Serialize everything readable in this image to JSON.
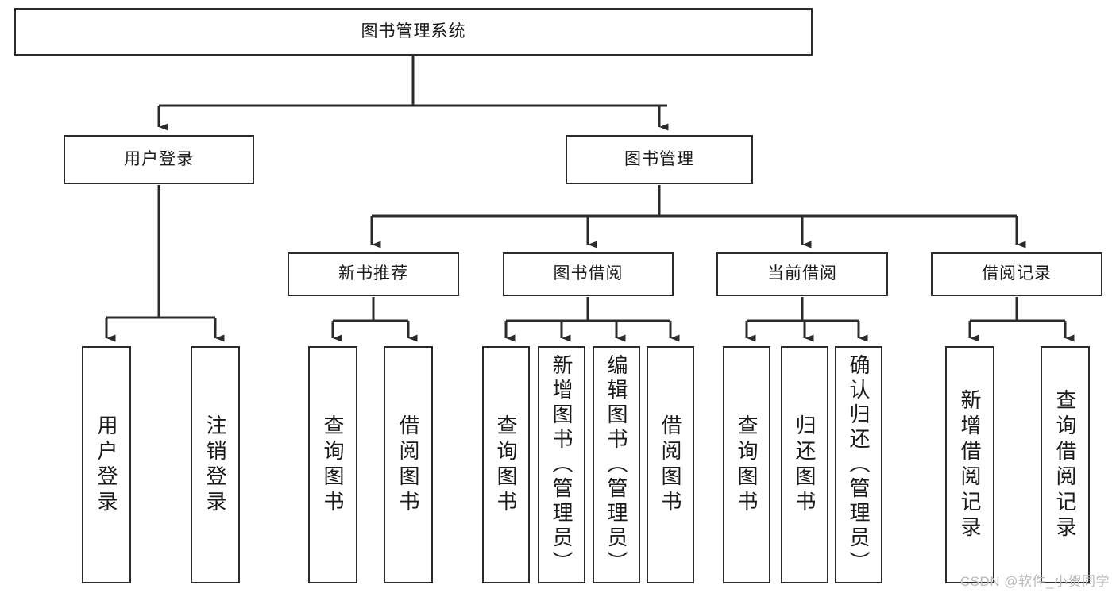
{
  "diagram": {
    "type": "tree",
    "title": "图书管理系统",
    "root": {
      "label": "图书管理系统"
    },
    "level1": [
      {
        "label": "用户登录"
      },
      {
        "label": "图书管理"
      }
    ],
    "level2": [
      {
        "label": "新书推荐"
      },
      {
        "label": "图书借阅"
      },
      {
        "label": "当前借阅"
      },
      {
        "label": "借阅记录"
      }
    ],
    "leaves": {
      "user_login": [
        {
          "label": "用户登录"
        },
        {
          "label": "注销登录"
        }
      ],
      "new_book_recommend": [
        {
          "label": "查询图书"
        },
        {
          "label": "借阅图书"
        }
      ],
      "book_borrow": [
        {
          "label": "查询图书"
        },
        {
          "label": "新增图书（管理员）"
        },
        {
          "label": "编辑图书（管理员）"
        },
        {
          "label": "借阅图书"
        }
      ],
      "current_borrow": [
        {
          "label": "查询图书"
        },
        {
          "label": "归还图书"
        },
        {
          "label": "确认归还（管理员）"
        }
      ],
      "borrow_record": [
        {
          "label": "新增借阅记录"
        },
        {
          "label": "查询借阅记录"
        }
      ]
    }
  },
  "colors": {
    "stroke": "#2b2b2b",
    "fill": "#ffffff",
    "text": "#1a1a1a",
    "watermark": "#b9b9b9"
  },
  "watermark": {
    "text": "CSDN @软件_小贺同学"
  }
}
